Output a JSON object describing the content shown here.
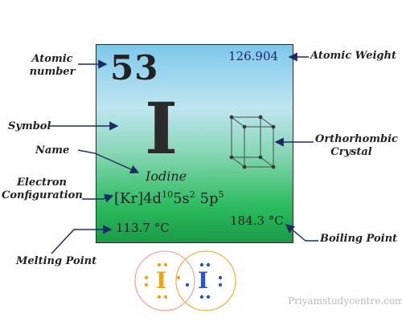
{
  "element": {
    "atomic_number": "53",
    "atomic_weight": "126.904",
    "symbol": "I",
    "name": "Iodine",
    "config_base": "[Kr]4d",
    "config_sup1": "10",
    "config_mid": "5s",
    "config_sup2": "2",
    "config_end": " 5p",
    "config_sup3": "5",
    "melting_point": "113.7 °C",
    "boiling_point": "184.3 °C"
  },
  "callouts": {
    "atomic_number": "Atomic number",
    "atomic_weight": "Atomic Weight",
    "symbol": "Symbol",
    "name": "Name",
    "electron_configuration": "Electron Configuration",
    "crystal": "Orthorhombic Crystal",
    "boiling_point": "Boiling Point",
    "melting_point": "Melting Point"
  },
  "lewis": {
    "left_symbol": "I",
    "right_symbol": "I",
    "left_color": "#f2a11a",
    "right_color": "#2a55c8",
    "circle_color": "#f4a3a3"
  },
  "colors": {
    "arrow": "#1c2a66"
  },
  "watermark": "Priyamstudycentre.com"
}
